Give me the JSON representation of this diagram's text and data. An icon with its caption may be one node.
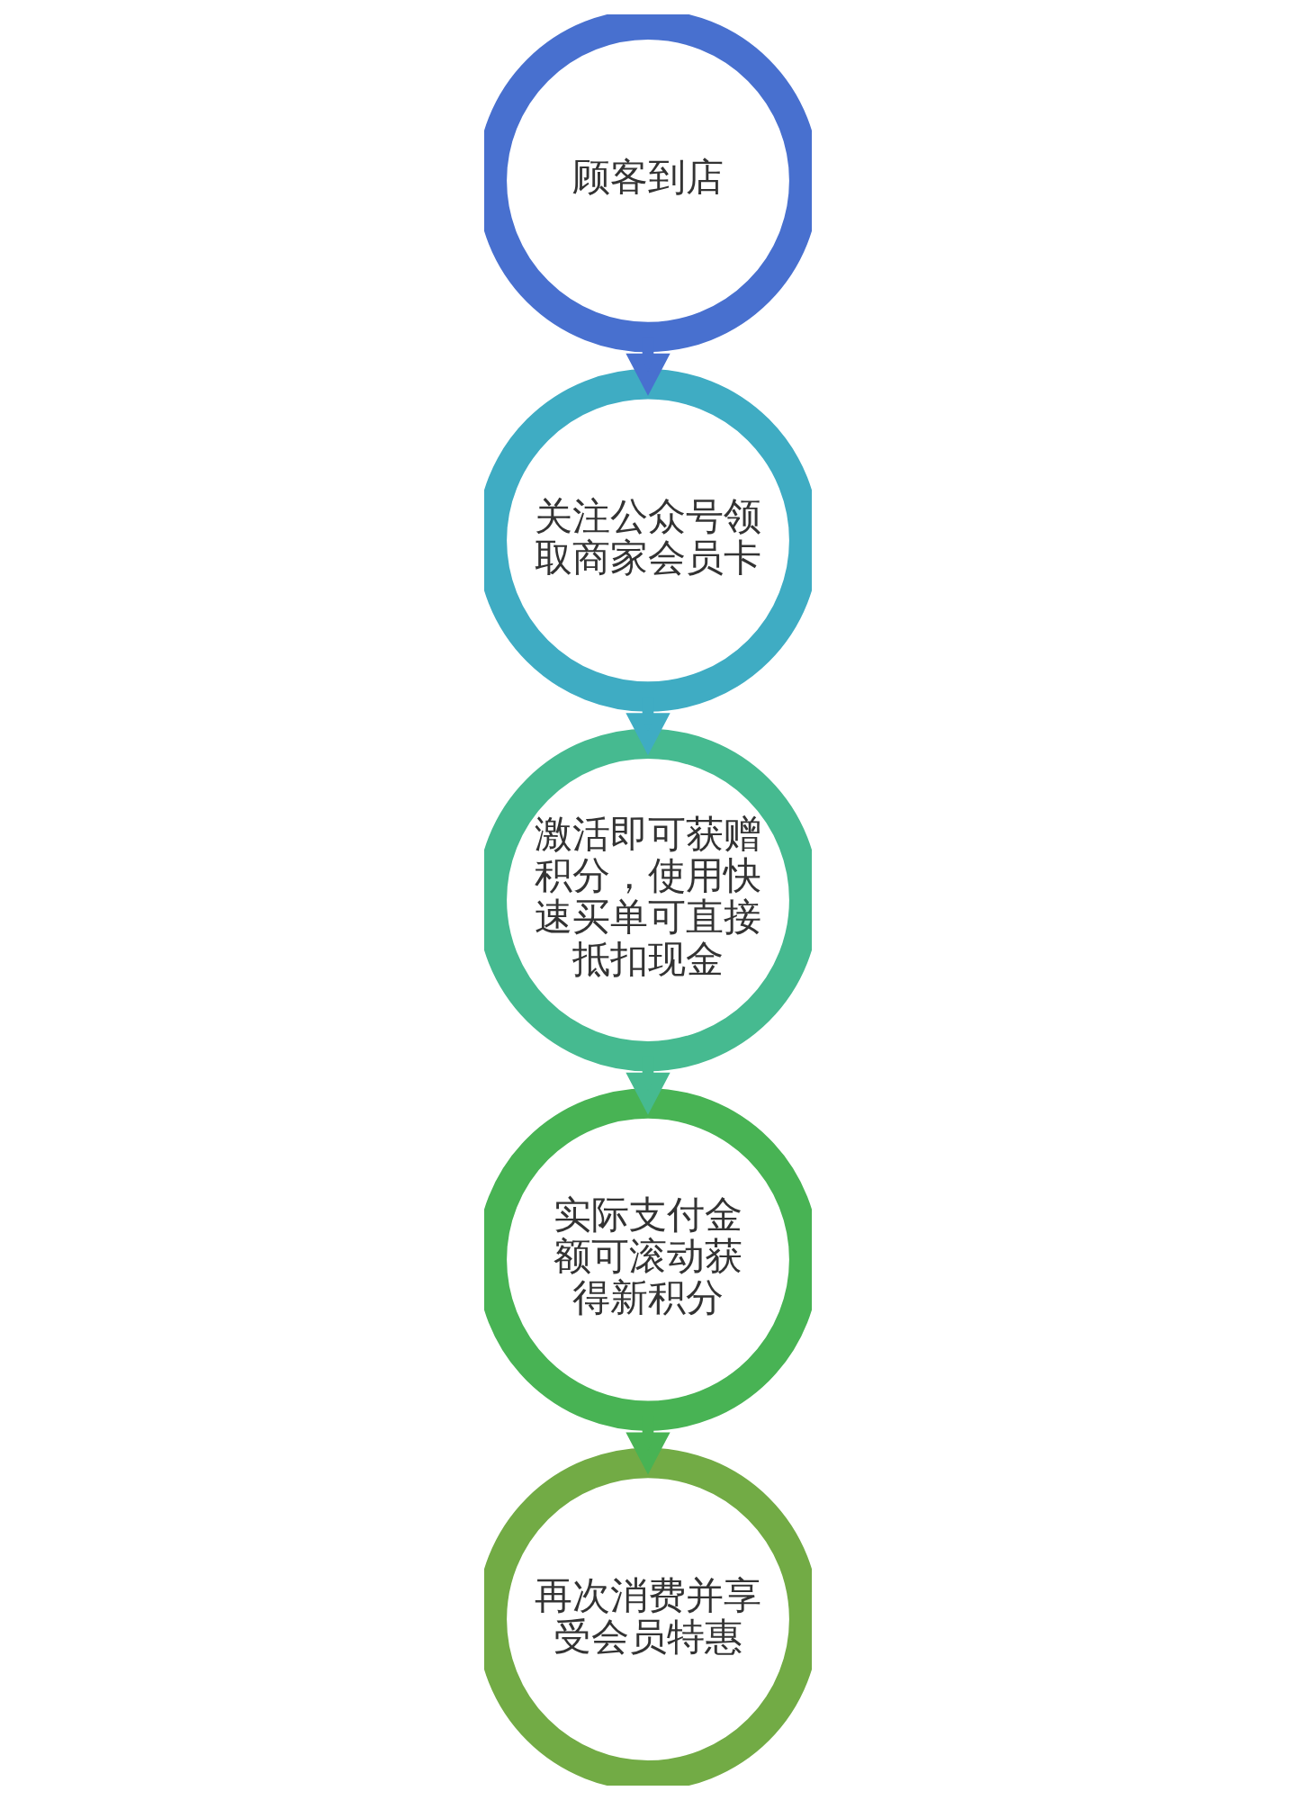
{
  "diagram": {
    "nodes": [
      {
        "text": [
          "顾客到店"
        ]
      },
      {
        "text": [
          "关注公众号领取商家会员卡"
        ]
      },
      {
        "text": [
          "激活即可获赠积分，使用快速买单可直接抵扣现金"
        ]
      },
      {
        "text": [
          "实际支付金额可滚动获得新积分"
        ]
      },
      {
        "text": [
          "再次消费并享受会员特惠"
        ]
      }
    ],
    "edges": [
      {
        "from": 0,
        "to": 1,
        "arrow": "to",
        "color": "#4870cf"
      },
      {
        "from": 1,
        "to": 2,
        "arrow": "to",
        "color": "#3facc3"
      },
      {
        "from": 2,
        "to": 3,
        "arrow": "to",
        "color": "#46ba90"
      },
      {
        "from": 3,
        "to": 4,
        "arrow": "to",
        "color": "#48b354"
      }
    ]
  }
}
